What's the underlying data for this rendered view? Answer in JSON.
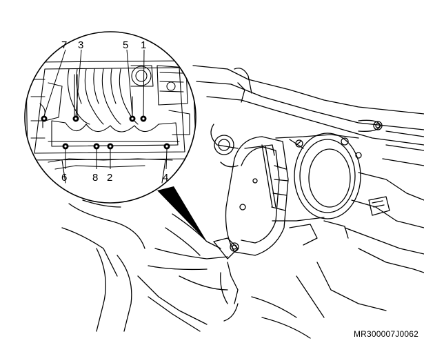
{
  "figure": {
    "code": "MR300007J0062",
    "callouts": [
      "7",
      "3",
      "5",
      "1",
      "6",
      "8",
      "2",
      "4"
    ]
  }
}
